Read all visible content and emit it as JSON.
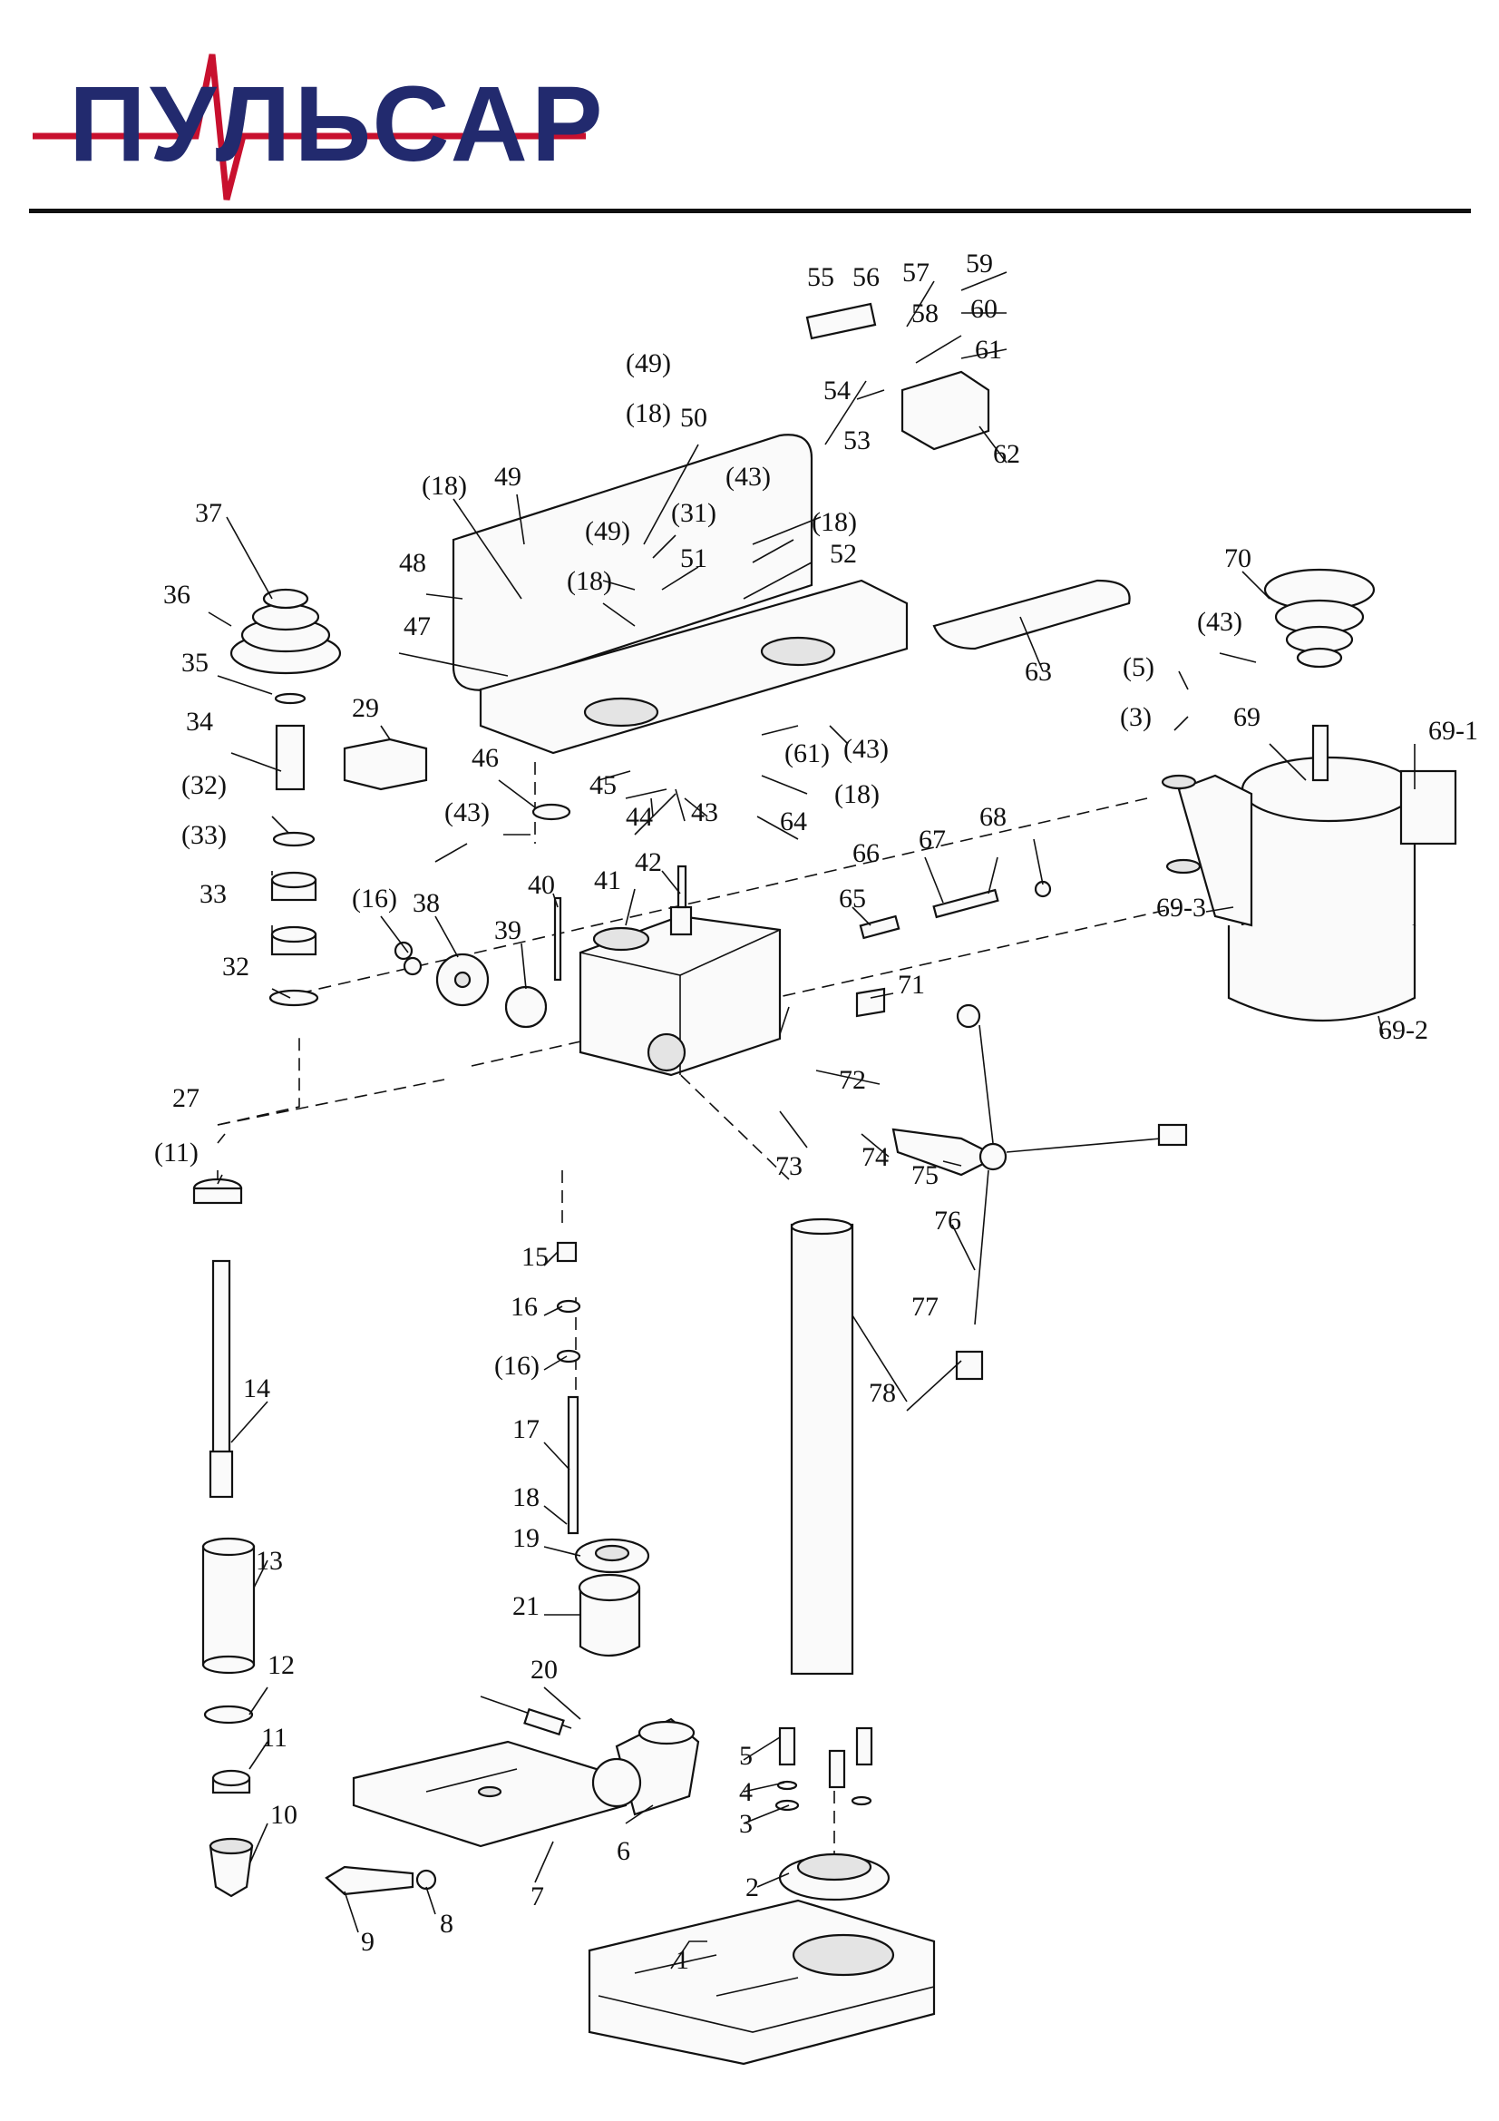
{
  "brand": {
    "logo_text": "ПУЛЬСАР",
    "primary_color": "#222a6e",
    "accent_color": "#c8102e"
  },
  "callouts": [
    {
      "id": "c1",
      "text": "1"
    },
    {
      "id": "c2",
      "text": "2"
    },
    {
      "id": "c3",
      "text": "3"
    },
    {
      "id": "c4",
      "text": "4"
    },
    {
      "id": "c5",
      "text": "5"
    },
    {
      "id": "c6",
      "text": "6"
    },
    {
      "id": "c7",
      "text": "7"
    },
    {
      "id": "c8",
      "text": "8"
    },
    {
      "id": "c9",
      "text": "9"
    },
    {
      "id": "c10",
      "text": "10"
    },
    {
      "id": "c11",
      "text": "11"
    },
    {
      "id": "c11b",
      "text": "(11)"
    },
    {
      "id": "c12",
      "text": "12"
    },
    {
      "id": "c13",
      "text": "13"
    },
    {
      "id": "c14",
      "text": "14"
    },
    {
      "id": "c15",
      "text": "15"
    },
    {
      "id": "c16",
      "text": "16"
    },
    {
      "id": "c16b",
      "text": "(16)"
    },
    {
      "id": "c16c",
      "text": "(16)"
    },
    {
      "id": "c17",
      "text": "17"
    },
    {
      "id": "c18",
      "text": "18"
    },
    {
      "id": "c18b",
      "text": "(18)"
    },
    {
      "id": "c18c",
      "text": "(18)"
    },
    {
      "id": "c18d",
      "text": "(18)"
    },
    {
      "id": "c18e",
      "text": "(18)"
    },
    {
      "id": "c18f",
      "text": "(18)"
    },
    {
      "id": "c19",
      "text": "19"
    },
    {
      "id": "c20",
      "text": "20"
    },
    {
      "id": "c21",
      "text": "21"
    },
    {
      "id": "c27",
      "text": "27"
    },
    {
      "id": "c29",
      "text": "29"
    },
    {
      "id": "c31",
      "text": "(31)"
    },
    {
      "id": "c32",
      "text": "32"
    },
    {
      "id": "c32b",
      "text": "(32)"
    },
    {
      "id": "c33",
      "text": "33"
    },
    {
      "id": "c33b",
      "text": "(33)"
    },
    {
      "id": "c34",
      "text": "34"
    },
    {
      "id": "c35",
      "text": "35"
    },
    {
      "id": "c36",
      "text": "36"
    },
    {
      "id": "c37",
      "text": "37"
    },
    {
      "id": "c38",
      "text": "38"
    },
    {
      "id": "c39",
      "text": "39"
    },
    {
      "id": "c40",
      "text": "40"
    },
    {
      "id": "c41",
      "text": "41"
    },
    {
      "id": "c42",
      "text": "42"
    },
    {
      "id": "c43",
      "text": "43"
    },
    {
      "id": "c43b",
      "text": "(43)"
    },
    {
      "id": "c43c",
      "text": "(43)"
    },
    {
      "id": "c43d",
      "text": "(43)"
    },
    {
      "id": "c43e",
      "text": "(43)"
    },
    {
      "id": "c44",
      "text": "44"
    },
    {
      "id": "c45",
      "text": "45"
    },
    {
      "id": "c46",
      "text": "46"
    },
    {
      "id": "c47",
      "text": "47"
    },
    {
      "id": "c48",
      "text": "48"
    },
    {
      "id": "c49",
      "text": "49"
    },
    {
      "id": "c49b",
      "text": "(49)"
    },
    {
      "id": "c49c",
      "text": "(49)"
    },
    {
      "id": "c50",
      "text": "50"
    },
    {
      "id": "c51",
      "text": "51"
    },
    {
      "id": "c52",
      "text": "52"
    },
    {
      "id": "c53",
      "text": "53"
    },
    {
      "id": "c54",
      "text": "54"
    },
    {
      "id": "c55",
      "text": "55"
    },
    {
      "id": "c56",
      "text": "56"
    },
    {
      "id": "c57",
      "text": "57"
    },
    {
      "id": "c58",
      "text": "58"
    },
    {
      "id": "c59",
      "text": "59"
    },
    {
      "id": "c60",
      "text": "60"
    },
    {
      "id": "c61",
      "text": "61"
    },
    {
      "id": "c61b",
      "text": "(61)"
    },
    {
      "id": "c62",
      "text": "62"
    },
    {
      "id": "c63",
      "text": "63"
    },
    {
      "id": "c64",
      "text": "64"
    },
    {
      "id": "c65",
      "text": "65"
    },
    {
      "id": "c66",
      "text": "66"
    },
    {
      "id": "c67",
      "text": "67"
    },
    {
      "id": "c68",
      "text": "68"
    },
    {
      "id": "c69",
      "text": "69"
    },
    {
      "id": "c69-1",
      "text": "69-1"
    },
    {
      "id": "c69-2",
      "text": "69-2"
    },
    {
      "id": "c69-3",
      "text": "69-3"
    },
    {
      "id": "c70",
      "text": "70"
    },
    {
      "id": "c71",
      "text": "71"
    },
    {
      "id": "c72",
      "text": "72"
    },
    {
      "id": "c73",
      "text": "73"
    },
    {
      "id": "c74",
      "text": "74"
    },
    {
      "id": "c75",
      "text": "75"
    },
    {
      "id": "c76",
      "text": "76"
    },
    {
      "id": "c77",
      "text": "77"
    },
    {
      "id": "c78",
      "text": "78"
    },
    {
      "id": "c3b",
      "text": "(3)"
    },
    {
      "id": "c5b",
      "text": "(5)"
    }
  ]
}
